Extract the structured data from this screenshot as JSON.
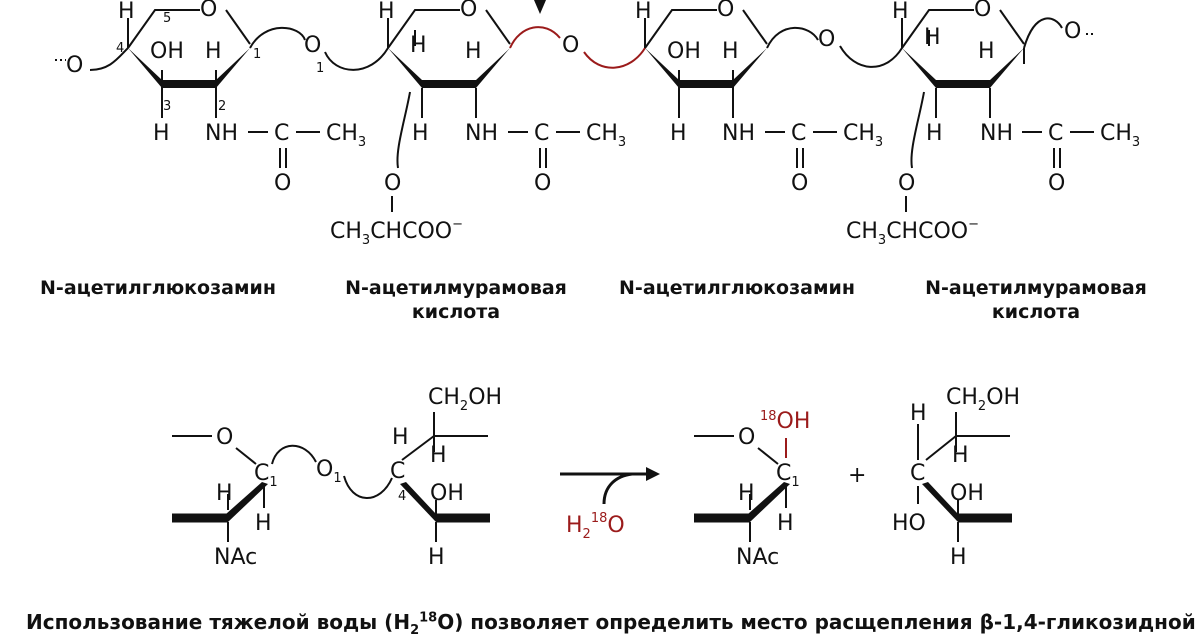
{
  "polymer": {
    "labels": {
      "nag1": "N-ацетилглюкозамин",
      "nam1_l1": "N-ацетилмурамовая",
      "nam1_l2": "кислота",
      "nag2": "N-ацетилглюкозамин",
      "nam2_l1": "N-ацетилмурамовая",
      "nam2_l2": "кислота"
    },
    "atoms": {
      "H": "H",
      "O": "O",
      "OH": "OH",
      "NH": "NH",
      "C": "C",
      "CH3": "CH",
      "sub3": "3",
      "lactyl": "CH",
      "lactyl_rest": "CHCOO",
      "minus": "−"
    },
    "numbers": {
      "n1": "1",
      "n2": "2",
      "n3": "3",
      "n4": "4",
      "n5": "5"
    }
  },
  "reaction": {
    "CH2OH_main": "CH",
    "sub2": "2",
    "CH2OH_rest": "OH",
    "NAc": "NAc",
    "O1": "O",
    "O1_sub": "1",
    "C1_sub": "1",
    "C4_sub": "4",
    "water_H": "H",
    "water_sup": "18",
    "water_O": "O",
    "oh18_sup": "18",
    "oh18": "OH",
    "plus": "+",
    "HO": "HO"
  },
  "caption": {
    "text_before": "Использование тяжелой воды (H",
    "sub": "2",
    "sup": "18",
    "text_after": "O) позволяет определить место расщепления β-1,4-гликозидной"
  },
  "colors": {
    "ink": "#111111",
    "accent": "#9b1b1b"
  }
}
